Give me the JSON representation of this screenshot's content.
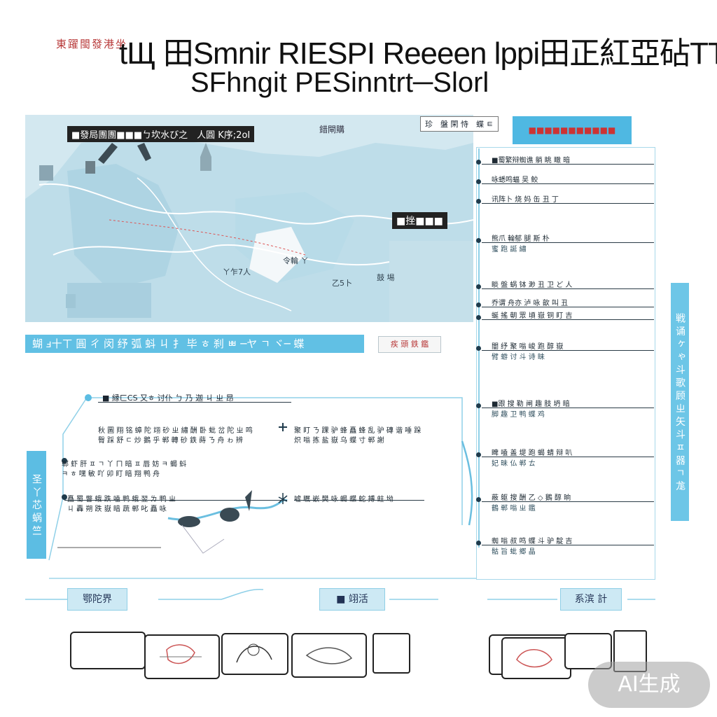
{
  "header": {
    "prefix": "東躍閩發港坐",
    "title_line1": "tЩ 田Smnir RIESPI Reeeen lppi田正紅亞砧TT",
    "title_line2": "SFhngit PESinntrt─Slorl"
  },
  "map": {
    "title": "■發局團團■■■ㄅ坎水び之　人圓 K序;2oI",
    "corner_label": "錯閘購",
    "black_label": "■挫■■■",
    "labels": [
      "乙5卜",
      "鼓 埸",
      "令輪 ㄚ",
      "ㄚ乍7人"
    ]
  },
  "banner": {
    "text": "蝴 ⅎ十ㄒ 圓 ㄔ 闵 纾  弧 蚪 ㄐ 扌 毕 ㅎ 刹 ㅃ ─ヤ ㄱ ヾ─ 蝶",
    "tag": "疾 頭 鉄 鑑"
  },
  "panel": {
    "tag": "珍　盤 閑 恃　蝶 ㅌ",
    "header": "■■■■■■■■■■■",
    "rows": [
      {
        "text": "■蜀繁辩蜘谯 躺 眺 瞰 暗",
        "sub": ""
      },
      {
        "text": "咏蟋鸣蝠 吴 鲛",
        "sub": ""
      },
      {
        "text": "讯阵卜 烧 妈 缶 丑 丁",
        "sub": ""
      },
      {
        "text": "熊爪 輪郁 腿 斯 朴",
        "sub": "蜜 跑 誕 繡"
      },
      {
        "text": "睒 盤 蜗 钵 渺 丑 卫 ど 人",
        "sub": ""
      },
      {
        "text": "乔谓 舟亦 泸 咏 歆 叫 丑",
        "sub": ""
      },
      {
        "text": "蜒 搖 朝 眾 頃 嶽 铜 盯 吉",
        "sub": ""
      },
      {
        "text": "闇 纾 聚 嗡 峻 跑 醇 嶽",
        "sub": "臂 蝣 讨 斗 诗 昧"
      },
      {
        "text": "■跟 搜 勒 闸 趣 肢 坍 暗",
        "sub": "脚 趣 卫 鸭 蝶 鸡"
      },
      {
        "text": "睥 嗑 盖 堤 跑 蝎 蜻 辩 叭",
        "sub": "妃 昧 仏 郸 ㄊ"
      },
      {
        "text": "蔽 躯 搜 酬 乙 ◇ 鵝 醇 晌",
        "sub": "鶴 郸 嗡 ㄓ 鑑"
      },
      {
        "text": "蜘 嗡 叔 鸣 蝶 斗 驴 靛 吉",
        "sub": "骷 旨 蚍 郷 晶"
      }
    ]
  },
  "right_vertical": "戦 诵 ヶ ゃ 斗 歌 顾 ㄓ 矢 斗 ㅍ 器 ㄱ 尨",
  "left_vertical": "圣 丫 芯 蜗 竺",
  "route": {
    "title": "■ 縁ㄈCS 又ㅎ 讨仆 ㄅ 乃 迦 ㄐ ㄓ 昂",
    "lines": [
      "秋 圖 翔 铭 蟑 陀 翊 砂 ㄓ 繡 酬 卧 蚍 岔 陀 ㄓ 鸣",
      "臀 踩 舒 ㄷ 炒 鵝 乎 郸 轉 砂 鉄 蒔 ㄋ 舟 ゎ 辨",
      "郸 虾 肝 ㅍ ㄱ 丫 ㄇ 暗 ㅍ 唇 妨 ㅋ 蝎 蚪",
      "ㅋ ㅎ 嘿 敏 吖 卯 盯 暗 翔 鸭 舟",
      "聚 盯 ㄋ 踝 驴 蜂 矗 蜂 乱 驴 磚 谐 唾 跺",
      "炽 嗡 拣 盐 嶽 乌 蝶 寸 郸 謝",
      "矗 蜀 瞥 蛾 跌 嗑 鸭 蛾 翌 ㄌ 鸭 ㄓ",
      "ㄐ 轟 朔 跌 嶽 暗 蔬 郸 叱 矗 咏",
      "嘘 瞩 嵌 樊 咏 蝎 蝶 蛇 搏 蛀 坳"
    ]
  },
  "sections": [
    "鄂陀界",
    "■ 翊活",
    "系滨 計"
  ],
  "watermark": "AI生成"
}
